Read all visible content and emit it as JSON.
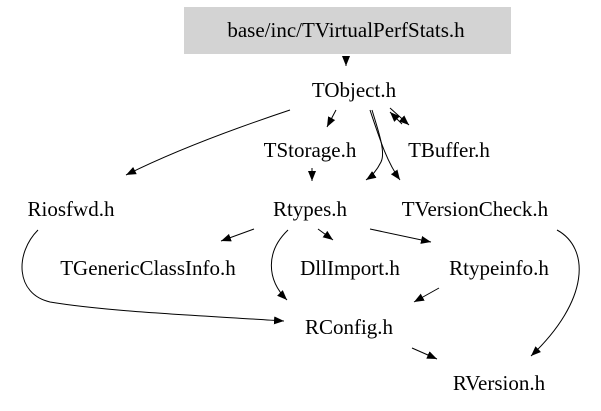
{
  "graph": {
    "colors": {
      "background": "#ffffff",
      "root_fill": "#d3d3d3",
      "text": "#000000",
      "edge": "#000000"
    },
    "nodes": [
      {
        "id": "root",
        "label": "base/inc/TVirtualPerfStats.h",
        "highlighted": true
      },
      {
        "id": "tobject",
        "label": "TObject.h"
      },
      {
        "id": "tstorage",
        "label": "TStorage.h"
      },
      {
        "id": "tbuffer",
        "label": "TBuffer.h"
      },
      {
        "id": "riosfwd",
        "label": "Riosfwd.h"
      },
      {
        "id": "rtypes",
        "label": "Rtypes.h"
      },
      {
        "id": "tversioncheck",
        "label": "TVersionCheck.h"
      },
      {
        "id": "tgenericclassinfo",
        "label": "TGenericClassInfo.h"
      },
      {
        "id": "dllimport",
        "label": "DllImport.h"
      },
      {
        "id": "rtypeinfo",
        "label": "Rtypeinfo.h"
      },
      {
        "id": "rconfig",
        "label": "RConfig.h"
      },
      {
        "id": "rversion",
        "label": "RVersion.h"
      }
    ],
    "edges": [
      {
        "from": "root",
        "to": "tobject"
      },
      {
        "from": "tobject",
        "to": "riosfwd"
      },
      {
        "from": "tobject",
        "to": "tstorage"
      },
      {
        "from": "tobject",
        "to": "tbuffer"
      },
      {
        "from": "tobject",
        "to": "rtypes"
      },
      {
        "from": "tobject",
        "to": "tversioncheck"
      },
      {
        "from": "tbuffer",
        "to": "tobject"
      },
      {
        "from": "tstorage",
        "to": "rtypes"
      },
      {
        "from": "rtypes",
        "to": "tgenericclassinfo"
      },
      {
        "from": "rtypes",
        "to": "dllimport"
      },
      {
        "from": "rtypes",
        "to": "rtypeinfo"
      },
      {
        "from": "rtypes",
        "to": "rconfig"
      },
      {
        "from": "riosfwd",
        "to": "rconfig"
      },
      {
        "from": "rtypeinfo",
        "to": "rconfig"
      },
      {
        "from": "rconfig",
        "to": "rversion"
      },
      {
        "from": "tversioncheck",
        "to": "rversion"
      }
    ]
  }
}
